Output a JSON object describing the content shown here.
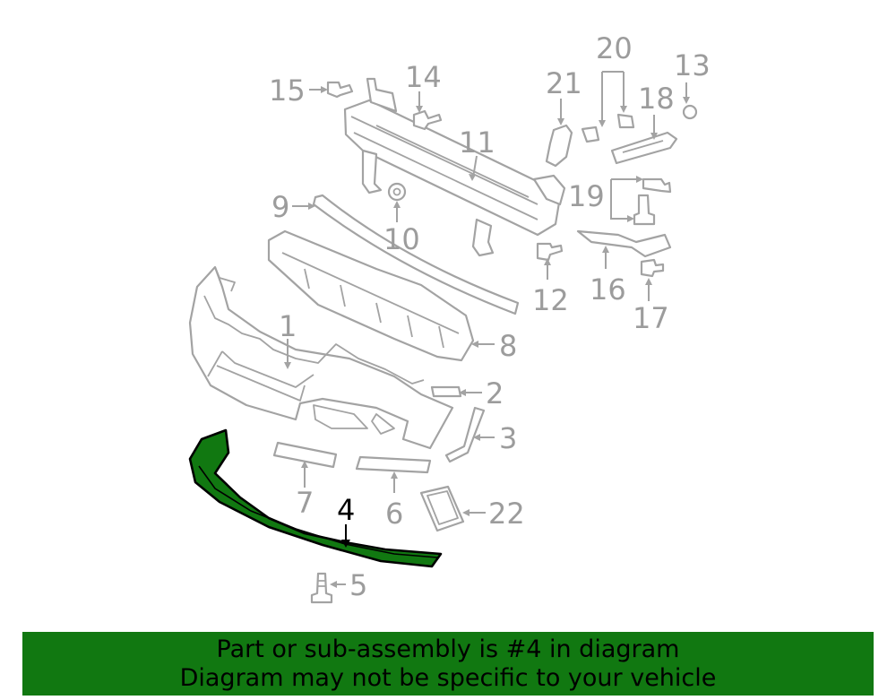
{
  "diagram": {
    "callouts": {
      "c1": "1",
      "c2": "2",
      "c3": "3",
      "c4": "4",
      "c5": "5",
      "c6": "6",
      "c7": "7",
      "c8": "8",
      "c9": "9",
      "c10": "10",
      "c11": "11",
      "c12": "12",
      "c13": "13",
      "c14": "14",
      "c15": "15",
      "c16": "16",
      "c17": "17",
      "c18": "18",
      "c19": "19",
      "c20": "20",
      "c21": "21",
      "c22": "22"
    },
    "highlighted_part": "4",
    "highlight_color": "#117811"
  },
  "banner": {
    "line1": "Part or sub-assembly is #4 in diagram",
    "line2": "Diagram may not be specific to your vehicle",
    "background": "#117811"
  }
}
